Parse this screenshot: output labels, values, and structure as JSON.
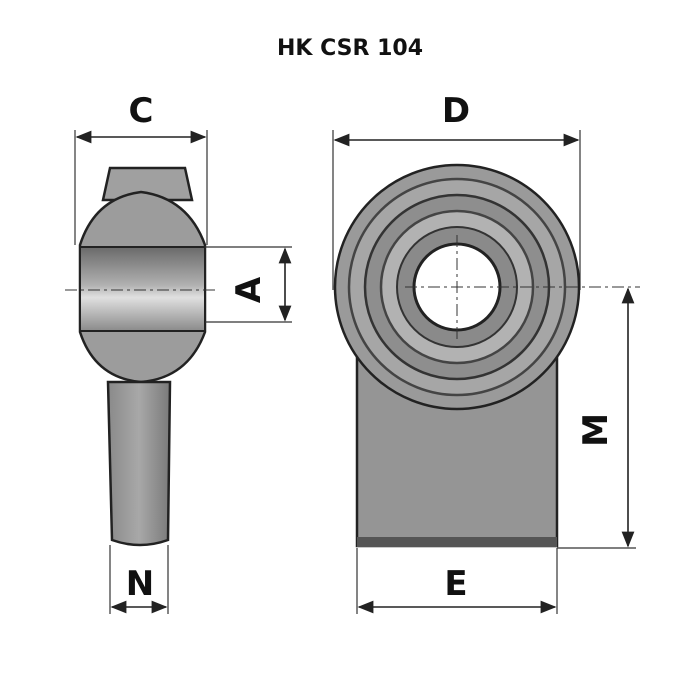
{
  "title": "HK CSR 104",
  "labels": {
    "c": "C",
    "d": "D",
    "a": "A",
    "m": "M",
    "n": "N",
    "e": "E"
  },
  "colors": {
    "body": "#9a9a9a",
    "dark": "#6e6e6e",
    "light": "#c8c8c8",
    "line": "#222222"
  }
}
